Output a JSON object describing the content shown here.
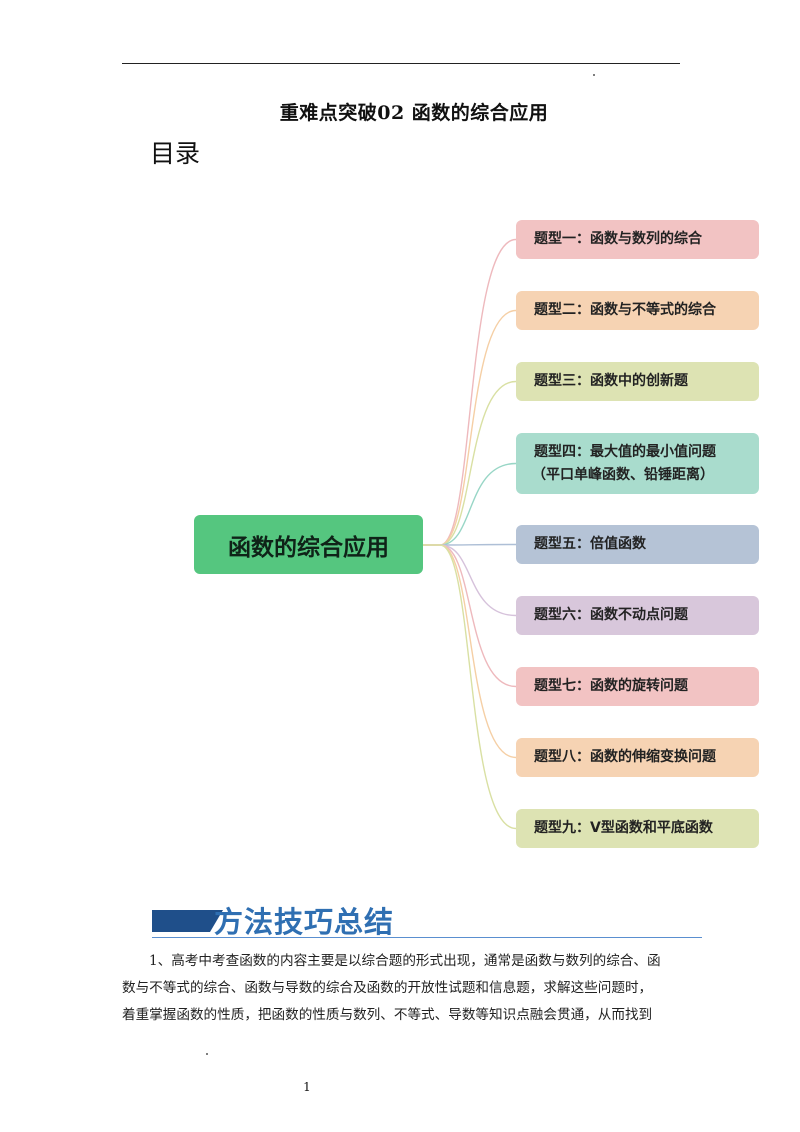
{
  "header": {
    "title": "重难点突破02  函数的综合应用"
  },
  "toc": {
    "heading": "目录",
    "mindmap": {
      "center_label": "函数的综合应用",
      "center_color": "#55c67f",
      "topics": [
        {
          "label": "题型一：函数与数列的综合",
          "color": "#f2c3c3",
          "line_color": "#eeb9bd"
        },
        {
          "label": "题型二：函数与不等式的综合",
          "color": "#f6d3b3",
          "line_color": "#f5cfa5"
        },
        {
          "label": "题型三：函数中的创新题",
          "color": "#dde3b3",
          "line_color": "#d9e0a3"
        },
        {
          "label": "题型四：最大值的最小值问题（平口单峰函数、铅锤距离）",
          "lines": [
            "题型四：最大值的最小值问题",
            "（平口单峰函数、铅锤距离）"
          ],
          "color": "#a9dccd",
          "line_color": "#98d6c6"
        },
        {
          "label": "题型五：倍值函数",
          "color": "#b5c3d6",
          "line_color": "#aebfd6"
        },
        {
          "label": "题型六：函数不动点问题",
          "color": "#d8c7db",
          "line_color": "#d6c2db"
        },
        {
          "label": "题型七：函数的旋转问题",
          "color": "#f2c3c3",
          "line_color": "#eeb9bd"
        },
        {
          "label": "题型八：函数的伸缩变换问题",
          "color": "#f6d3b3",
          "line_color": "#f5cfa5"
        },
        {
          "label": "题型九：V型函数和平底函数",
          "color": "#dde3b3",
          "line_color": "#d9e0a3"
        }
      ]
    }
  },
  "method_section": {
    "title": "方法技巧总结",
    "accent_color": "#2f6fb2",
    "paragraph_lines": [
      "1、高考中考查函数的内容主要是以综合题的形式出现，通常是函数与数列的综合、函",
      "数与不等式的综合、函数与导数的综合及函数的开放性试题和信息题，求解这些问题时，",
      "着重掌握函数的性质，把函数的性质与数列、不等式、导数等知识点融会贯通，从而找到"
    ]
  },
  "footer": {
    "page_number": "1"
  }
}
